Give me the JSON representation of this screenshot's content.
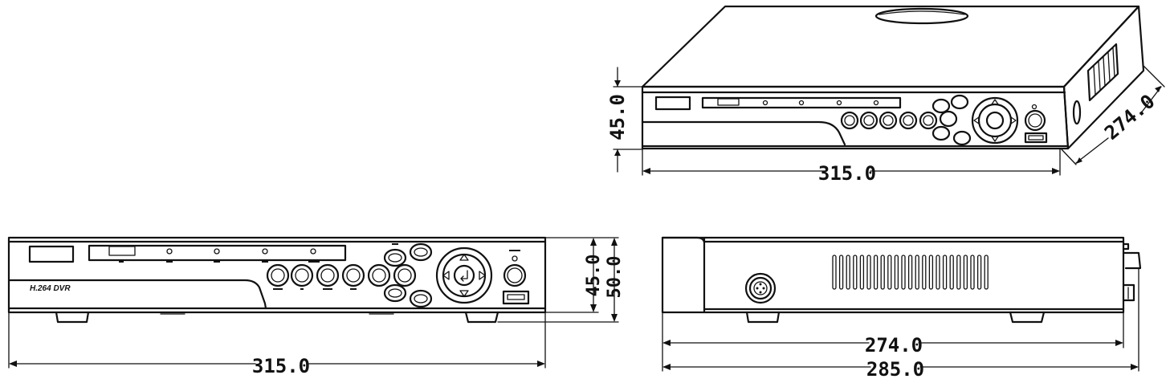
{
  "views": {
    "isometric": {
      "height_label": "45.0",
      "width_label": "315.0",
      "depth_label": "274.0"
    },
    "front": {
      "brand_label": "H.264 DVR",
      "width_label": "315.0",
      "body_height_label": "45.0",
      "total_height_label": "50.0"
    },
    "side": {
      "depth_label": "274.0",
      "total_depth_label": "285.0"
    }
  },
  "colors": {
    "line": "#111111",
    "background": "#ffffff"
  }
}
